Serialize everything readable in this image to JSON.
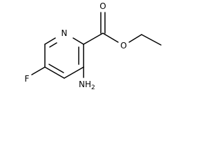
{
  "molecule": {
    "atom_labels": {
      "ring_nitrogen": "N",
      "carbonyl_oxygen": "O",
      "ester_oxygen": "O",
      "fluorine": "F",
      "amino": "NH",
      "amino_subscript": "2"
    },
    "line_color": "#000000"
  }
}
